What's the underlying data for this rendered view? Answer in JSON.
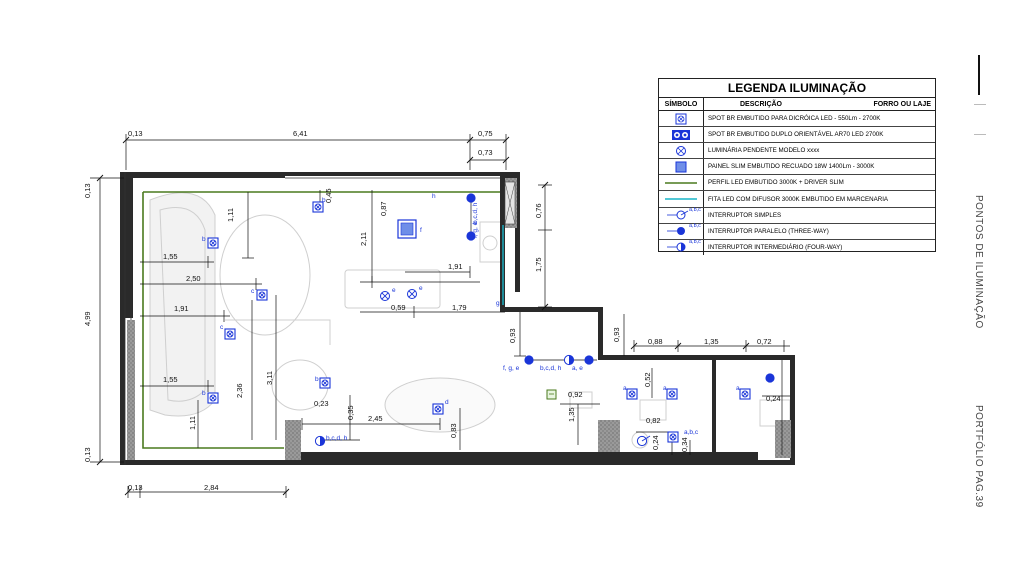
{
  "legend": {
    "title": "LEGENDA ILUMINAÇÃO",
    "col_symbol": "SÍMBOLO",
    "col_desc": "DESCRIÇÃO",
    "col_ceiling": "FORRO OU LAJE",
    "rows": [
      {
        "icon": "spot-dichroic-icon",
        "text": "SPOT BR EMBUTIDO PARA DICRÓICA LED - 550Lm - 2700K"
      },
      {
        "icon": "spot-double-icon",
        "text": "SPOT BR EMBUTIDO DUPLO ORIENTÁVEL AR70 LED 2700K"
      },
      {
        "icon": "pendant-icon",
        "text": "LUMINÁRIA PENDENTE MODELO xxxx"
      },
      {
        "icon": "slim-panel-icon",
        "text": "PAINEL SLIM EMBUTIDO RECUADO 18W 1400Lm - 3000K"
      },
      {
        "icon": "led-profile-icon",
        "text": "PERFIL LED EMBUTIDO 3000K + DRIVER SLIM"
      },
      {
        "icon": "led-strip-icon",
        "text": "FITA LED COM DIFUSOR 3000K EMBUTIDO EM MARCENARIA"
      },
      {
        "icon": "switch-simple-icon",
        "text": "INTERRUPTOR SIMPLES",
        "tag": "a,b,c"
      },
      {
        "icon": "switch-three-way-icon",
        "text": "INTERRUPTOR PARALELO (THREE-WAY)",
        "tag": "a,b,c"
      },
      {
        "icon": "switch-four-way-icon",
        "text": "INTERRUPTOR INTERMEDIÁRIO (FOUR-WAY)",
        "tag": "a,b,c"
      }
    ]
  },
  "side": {
    "title": "PONTOS DE ILUMINAÇÃO",
    "page": "PORTFÓLIO  PAG.39"
  },
  "dimensions": {
    "d_013_top": "0,13",
    "d_641": "6,41",
    "d_075": "0,75",
    "d_073": "0,73",
    "d_013_left_top": "0,13",
    "d_499": "4,99",
    "d_013_left_bottom": "0,13",
    "d_111_top": "1,11",
    "d_045": "0,45",
    "d_087": "0,87",
    "d_211": "2,11",
    "d_155_top": "1,55",
    "d_250": "2,50",
    "d_191_mid": "1,91",
    "d_191_right": "1,91",
    "d_059": "0,59",
    "d_179": "1,79",
    "d_076": "0,76",
    "d_175": "1,75",
    "d_093_left": "0,93",
    "d_093_right": "0,93",
    "d_088": "0,88",
    "d_135_top": "1,35",
    "d_072": "0,72",
    "d_155_bottom": "1,55",
    "d_236": "2,36",
    "d_311": "3,11",
    "d_111_bottom": "1,11",
    "d_023": "0,23",
    "d_035": "0,35",
    "d_245": "2,45",
    "d_083": "0,83",
    "d_052": "0,52",
    "d_092": "0,92",
    "d_135_left": "1,35",
    "d_082": "0,82",
    "d_024_left": "0,24",
    "d_034": "0,34",
    "d_024_right": "0,24",
    "d_013_bottom": "0,13",
    "d_284": "2,84"
  },
  "circuits": {
    "b": "b",
    "c": "c",
    "d": "d",
    "e": "e",
    "f": "f",
    "g": "g",
    "h": "h",
    "a": "a",
    "fge": "f, g, e",
    "bcdh": "b,c,d, h",
    "fge2": "f, g, e",
    "bcdh2": "b,c,d, h",
    "ae": "a, e",
    "bcdh3": "b,c,d, h",
    "abc": "a,b,c"
  },
  "colors": {
    "wall": "#2a2a2a",
    "fixture_blue": "#1a35d8",
    "led_profile": "#4a7a1e",
    "led_strip": "#19b5c8",
    "dimension": "#111111",
    "furniture": "#c8c8c8"
  }
}
